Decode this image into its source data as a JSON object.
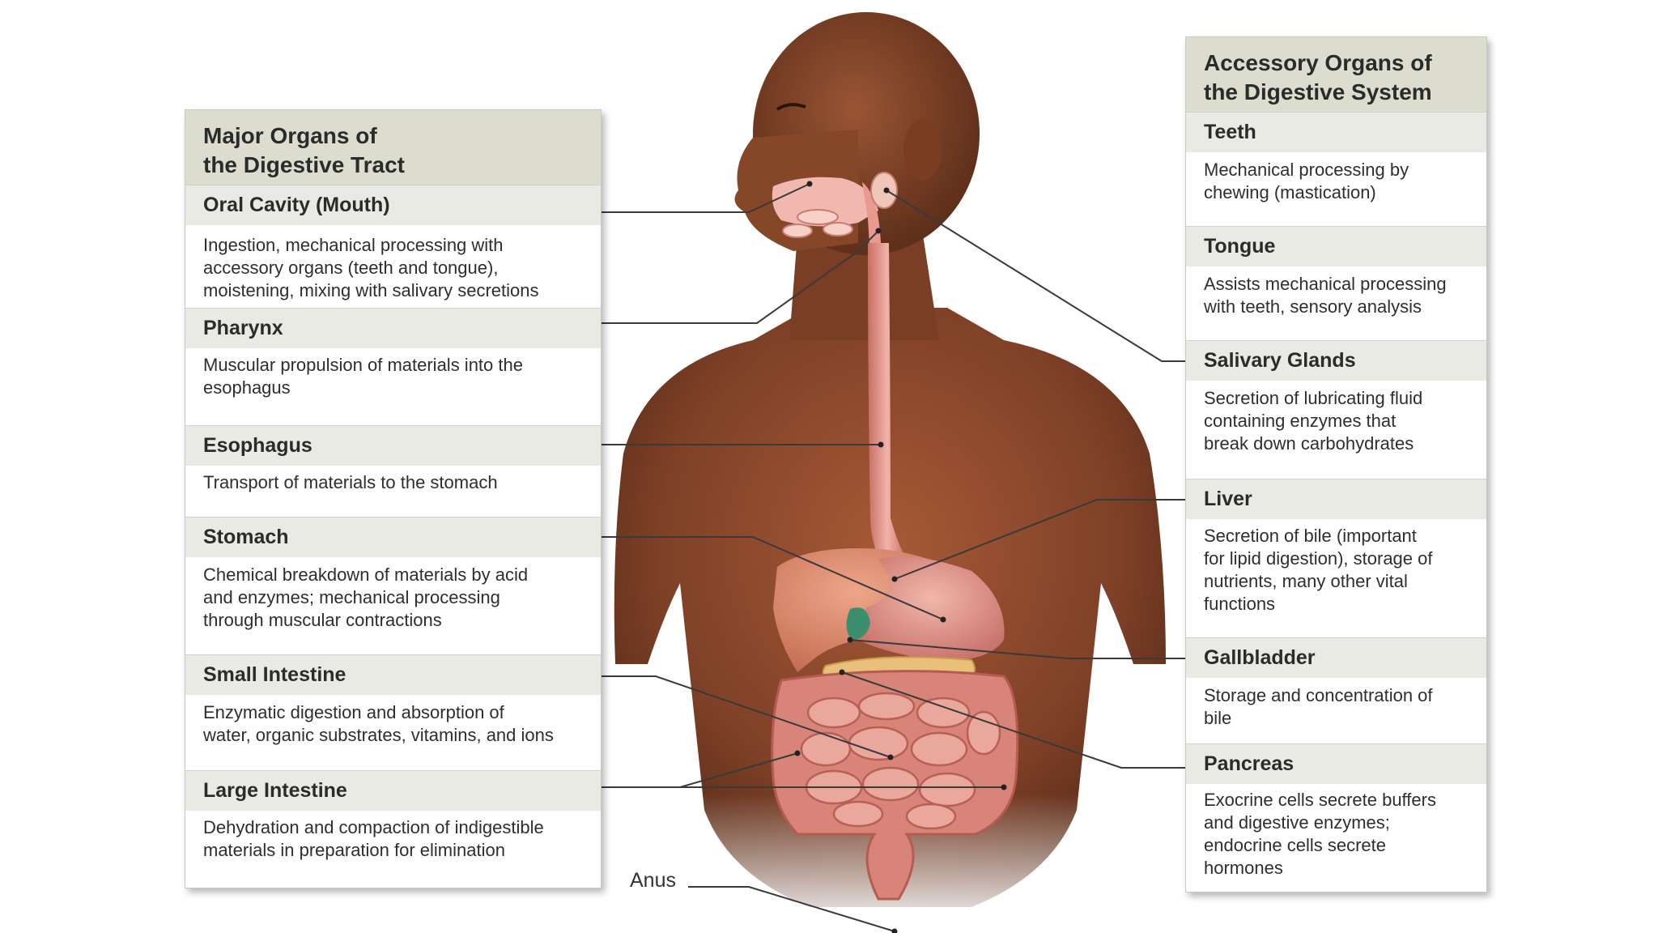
{
  "left_panel": {
    "title": "Major Organs of\nthe Digestive Tract",
    "title_line1": "Major Organs of",
    "title_line2": "the Digestive Tract",
    "sections": [
      {
        "title": "Oral Cavity (Mouth)",
        "lines": [
          "Ingestion, mechanical processing with",
          "accessory organs (teeth and tongue),",
          "moistening, mixing with salivary secretions"
        ]
      },
      {
        "title": "Pharynx",
        "lines": [
          "Muscular propulsion of materials into the",
          "esophagus"
        ]
      },
      {
        "title": "Esophagus",
        "lines": [
          "Transport of materials to the stomach"
        ]
      },
      {
        "title": "Stomach",
        "lines": [
          "Chemical breakdown of materials by acid",
          "and enzymes; mechanical processing",
          "through muscular contractions"
        ]
      },
      {
        "title": "Small Intestine",
        "lines": [
          "Enzymatic digestion and absorption of",
          "water, organic substrates, vitamins, and ions"
        ]
      },
      {
        "title": "Large Intestine",
        "lines": [
          "Dehydration and compaction of indigestible",
          "materials in preparation for elimination"
        ]
      }
    ]
  },
  "right_panel": {
    "title_line1": "Accessory Organs of",
    "title_line2": "the Digestive System",
    "sections": [
      {
        "title": "Teeth",
        "lines": [
          "Mechanical processing by",
          "chewing (mastication)"
        ]
      },
      {
        "title": "Tongue",
        "lines": [
          "Assists mechanical processing",
          "with teeth, sensory analysis"
        ]
      },
      {
        "title": "Salivary Glands",
        "lines": [
          "Secretion of lubricating fluid",
          "containing enzymes that",
          "break down carbohydrates"
        ]
      },
      {
        "title": "Liver",
        "lines": [
          "Secretion of bile (important",
          "for lipid digestion), storage of",
          "nutrients, many other vital",
          "functions"
        ]
      },
      {
        "title": "Gallbladder",
        "lines": [
          "Storage and concentration of",
          "bile"
        ]
      },
      {
        "title": "Pancreas",
        "lines": [
          "Exocrine cells secrete buffers",
          "and digestive enzymes;",
          "endocrine cells secrete",
          "hormones"
        ]
      }
    ]
  },
  "figure": {
    "anus_label": "Anus",
    "colors": {
      "skin": "#8a4a2c",
      "skin_shadow": "#5e2f1a",
      "organ": "#e29a8f",
      "organ_dark": "#c1675e",
      "liver": "#d8876a",
      "gallbladder": "#3b8f6e",
      "pancreas": "#e8c07a",
      "leader_line": "#3a3a3a"
    }
  }
}
